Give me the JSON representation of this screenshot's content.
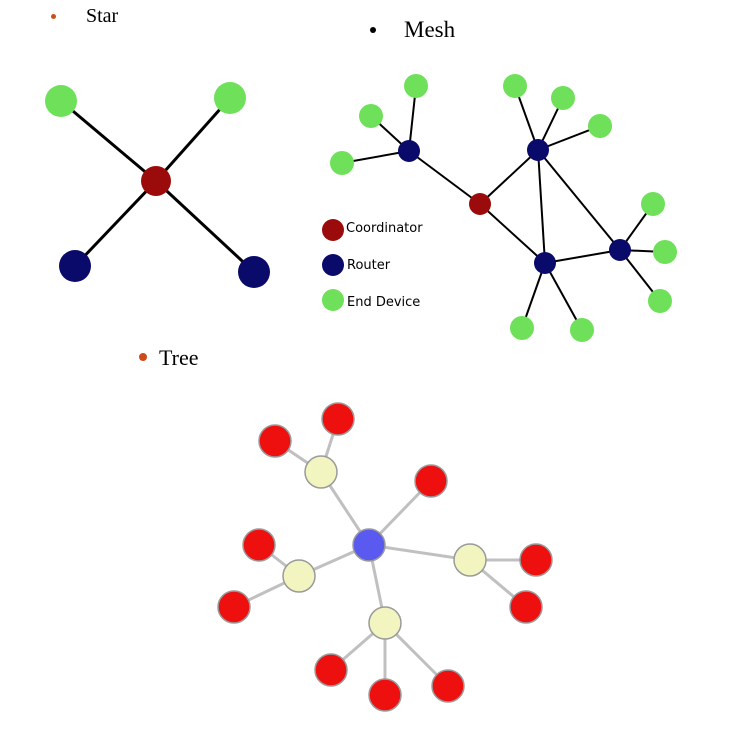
{
  "sections": {
    "star": {
      "title": "Star",
      "bullet_color": "#c8501a"
    },
    "mesh": {
      "title": "Mesh",
      "bullet_color": "#000000"
    },
    "tree": {
      "title": "Tree",
      "bullet_color": "#d04a1a"
    }
  },
  "legend": {
    "coordinator": {
      "label": "Coordinator",
      "color": "#9b0b0b"
    },
    "router": {
      "label": "Router",
      "color": "#0a0a6a"
    },
    "end_device": {
      "label": "End Device",
      "color": "#6fe05a"
    }
  },
  "tree_colors": {
    "root": "#5a5af0",
    "branch": "#f2f5c0",
    "leaf": "#ee0f0f",
    "edge": "#c0c0c0",
    "outline": "#9a9a9a"
  }
}
